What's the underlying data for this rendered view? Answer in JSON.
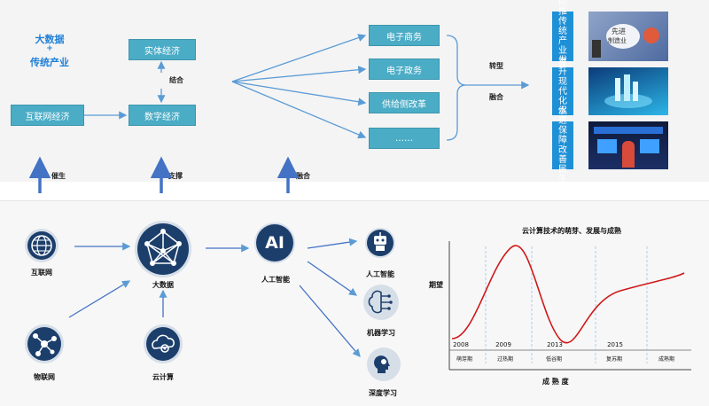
{
  "top": {
    "title_line1": "大数据",
    "title_plus": "+",
    "title_line2": "传统产业",
    "boxes": {
      "entity": "实体经济",
      "internet": "互联网经济",
      "digital": "数字经济",
      "ecommerce": "电子商务",
      "egov": "电子政务",
      "supply": "供给侧改革",
      "etc": "……"
    },
    "labels": {
      "combine": "结合",
      "transform": "转型",
      "fuse": "融合",
      "promote": "催生",
      "support": "支撑",
      "integrate": "融合"
    },
    "outcomes": [
      {
        "text": "助推传统产业发展"
      },
      {
        "text": "提升现代化水平"
      },
      {
        "text": "促进保障改善民生"
      }
    ],
    "photo_text": {
      "advanced": "先进",
      "manufacturing": "制造业"
    }
  },
  "bottom": {
    "nodes": {
      "internet": "互联网",
      "bigdata": "大数据",
      "ai": "人工智能",
      "iot": "物联网",
      "cloud": "云计算",
      "ai_glyph": "AI"
    },
    "ai_branches": [
      "人工智能",
      "机器学习",
      "深度学习"
    ]
  },
  "chart_data": {
    "type": "line",
    "title": "云计算技术的萌芽、发展与成熟",
    "ylabel": "期望",
    "xlabel": "成 熟 度",
    "years": [
      "2008",
      "2009",
      "2013",
      "2015"
    ],
    "phases": [
      "萌芽期",
      "过热期",
      "低谷期",
      "复苏期",
      "成熟期"
    ],
    "curve_color": "#d01818"
  }
}
